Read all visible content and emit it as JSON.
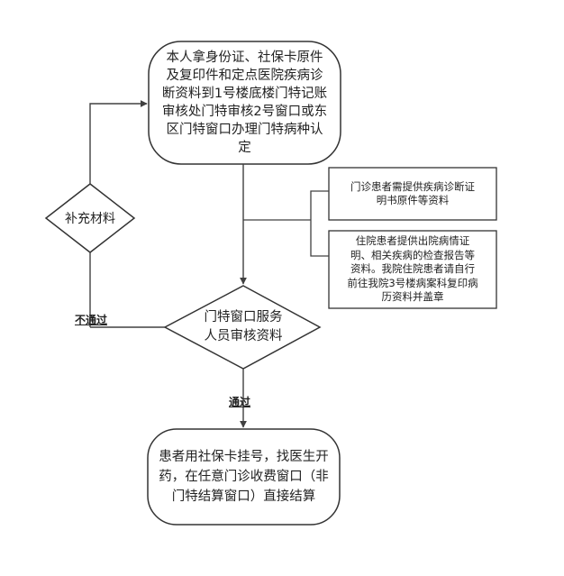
{
  "diagram": {
    "start": {
      "lines": [
        "本人拿身份证、社保卡原件",
        "及复印件和定点医院疾病诊",
        "断资料到1号楼底楼门特记账",
        "审核处门特审核2号窗口或东",
        "区门特窗口办理门特病种认",
        "定"
      ]
    },
    "note_outpatient": {
      "lines": [
        "门诊患者需提供疾病诊断证",
        "明书原件等资料"
      ]
    },
    "note_inpatient": {
      "lines": [
        "住院患者提供出院病情证",
        "明、相关疾病的检查报告等",
        "资料。我院住院患者请自行",
        "前往我院3号楼病案科复印病",
        "历资料并盖章"
      ]
    },
    "decision_review": {
      "lines": [
        "门特窗口服务",
        "人员审核资料"
      ]
    },
    "decision_supplement": {
      "lines": [
        "补充材料"
      ]
    },
    "end": {
      "lines": [
        "患者用社保卡挂号，找医生开",
        "药，在任意门诊收费窗口（非",
        "门特结算窗口）直接结算"
      ]
    },
    "labels": {
      "fail": "不通过",
      "pass": "通过"
    }
  }
}
